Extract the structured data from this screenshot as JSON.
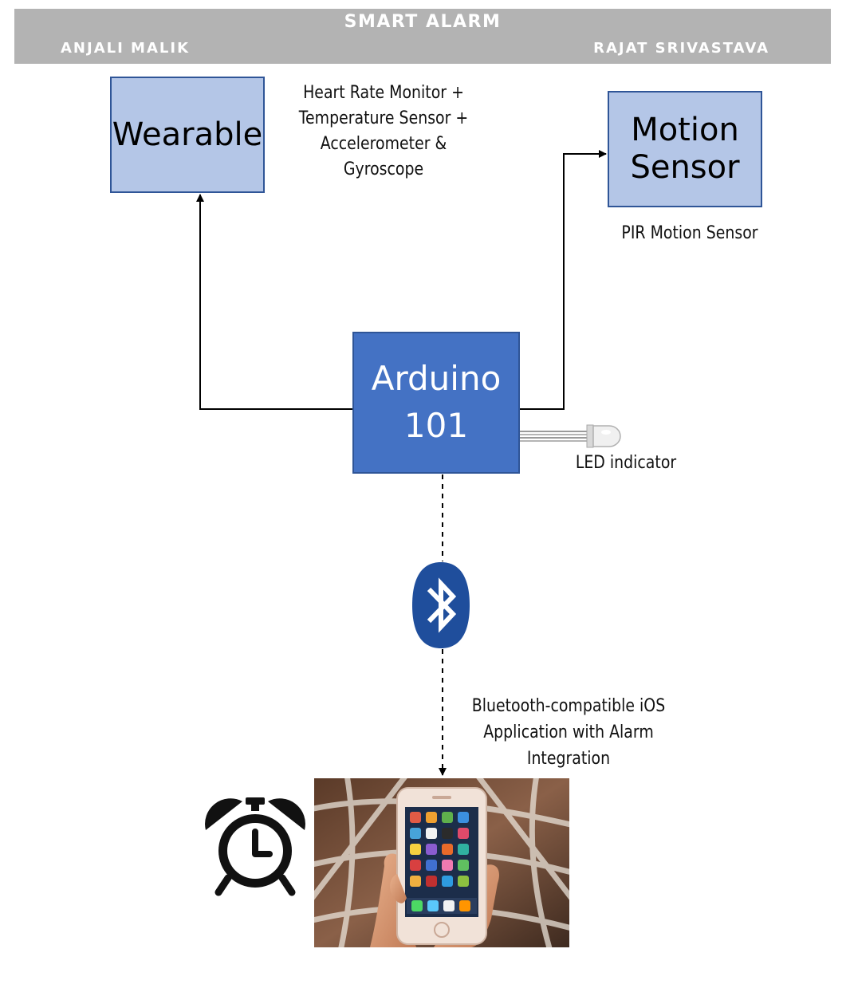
{
  "header": {
    "title": "SMART ALARM",
    "author_left": "ANJALI MALIK",
    "author_right": "RAJAT SRIVASTAVA",
    "background_color": "#b3b3b3"
  },
  "nodes": {
    "wearable": {
      "label": "Wearable",
      "note": "Heart Rate Monitor + Temperature Sensor + Accelerometer & Gyroscope"
    },
    "motion_sensor": {
      "label_line1": "Motion",
      "label_line2": "Sensor",
      "note": "PIR Motion Sensor"
    },
    "arduino": {
      "label_line1": "Arduino",
      "label_line2": "101"
    },
    "led": {
      "note": "LED indicator"
    },
    "phone_app": {
      "note": "Bluetooth-compatible iOS Application with Alarm Integration"
    }
  },
  "icons": {
    "bluetooth": "bluetooth-icon",
    "clock": "alarm-clock-icon",
    "led": "led-icon",
    "phone": "smartphone-photo"
  },
  "colors": {
    "light_box": "#b4c6e7",
    "dark_box": "#4472c4",
    "border": "#2f5597",
    "bluetooth": "#1f4e9c"
  }
}
